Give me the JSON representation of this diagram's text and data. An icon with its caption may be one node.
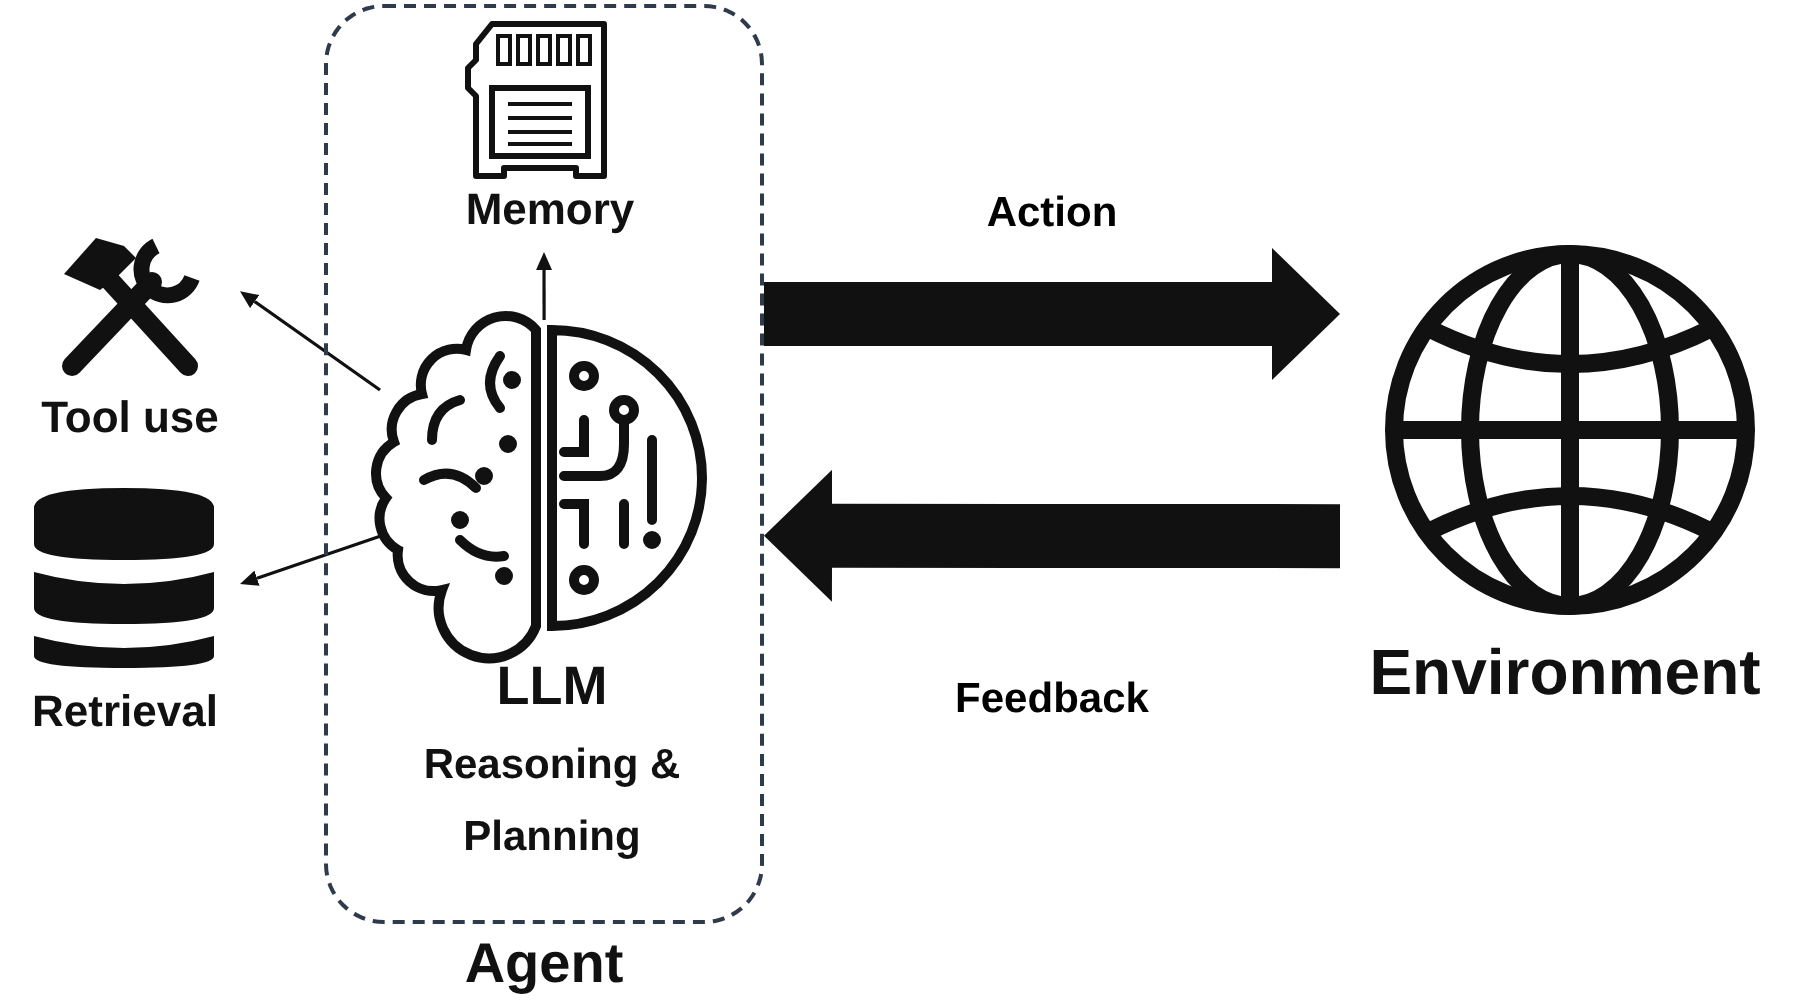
{
  "diagram": {
    "nodes": [
      {
        "text": [
          "Agent"
        ]
      },
      {
        "text": [
          "Memory"
        ],
        "in": 0
      },
      {
        "text": [
          "LLM",
          "Reasoning & Planning"
        ],
        "in": 0
      },
      {
        "text": [
          "Tool use"
        ]
      },
      {
        "text": [
          "Retrieval"
        ]
      },
      {
        "text": [
          "Environment"
        ]
      }
    ],
    "edges": [
      {
        "from": 2,
        "to": 1,
        "arrow": "to"
      },
      {
        "from": 2,
        "to": 3,
        "arrow": "to"
      },
      {
        "from": 2,
        "to": 4,
        "arrow": "to"
      },
      {
        "from": 0,
        "to": 5,
        "arrow": "to",
        "label": "Action",
        "style": "thick"
      },
      {
        "from": 5,
        "to": 0,
        "arrow": "to",
        "label": "Feedback",
        "style": "thick"
      }
    ]
  }
}
